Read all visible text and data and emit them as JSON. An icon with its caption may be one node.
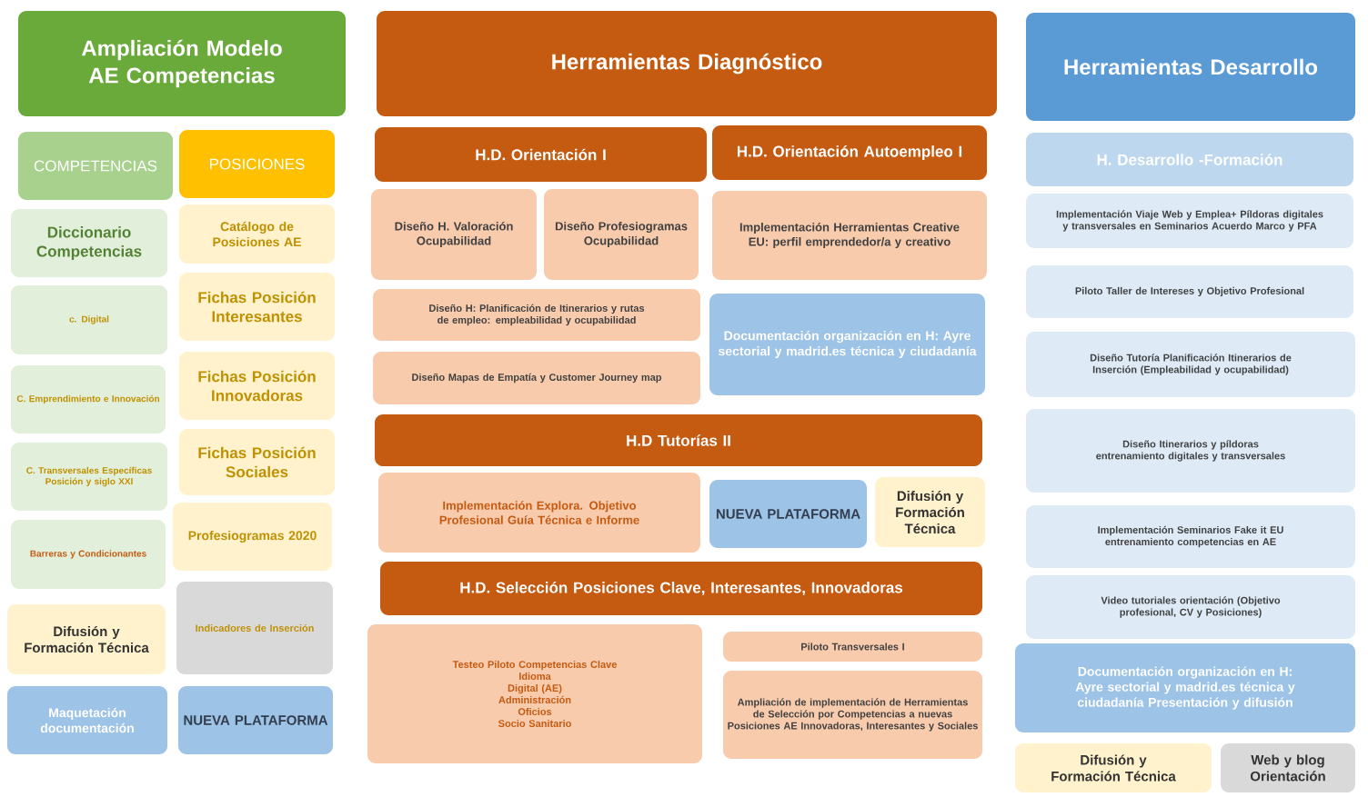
{
  "diagram": {
    "nodes": [
      {
        "text": [
          "Ampliación Modelo AE Competencias"
        ]
      },
      {
        "text": [
          "COMPETENCIAS"
        ]
      },
      {
        "text": [
          "POSICIONES"
        ]
      },
      {
        "text": [
          "Diccionario Competencias"
        ]
      },
      {
        "text": [
          "Catálogo de Posiciones AE"
        ]
      },
      {
        "text": [
          "c. Digital"
        ]
      },
      {
        "text": [
          "Fichas Posición Interesantes"
        ]
      },
      {
        "text": [
          "C. Emprendimiento e Innovación"
        ]
      },
      {
        "text": [
          "Fichas Posición Innovadoras"
        ]
      },
      {
        "text": [
          "C. Transversales Específicas Posición y siglo XXI"
        ]
      },
      {
        "text": [
          "Fichas Posición Sociales"
        ]
      },
      {
        "text": [
          "Profesiogramas 2020"
        ]
      },
      {
        "text": [
          "Barreras y Condicionantes"
        ]
      },
      {
        "text": [
          "Difusión y Formación Técnica"
        ]
      },
      {
        "text": [
          "Indicadores de Inserción"
        ]
      },
      {
        "text": [
          "Maquetación documentación"
        ]
      },
      {
        "text": [
          "NUEVA PLATAFORMA"
        ]
      },
      {
        "text": [
          "Herramientas Diagnóstico"
        ]
      },
      {
        "text": [
          "H.D. Orientación I"
        ]
      },
      {
        "text": [
          "H.D. Orientación Autoempleo I"
        ]
      },
      {
        "text": [
          "Diseño H. Valoración Ocupabilidad"
        ]
      },
      {
        "text": [
          "Diseño Profesiogramas Ocupabilidad"
        ]
      },
      {
        "text": [
          "Implementación Herramientas Creative EU: perfil emprendedor/a y creativo"
        ]
      },
      {
        "text": [
          "Diseño H: Planificación de Itinerarios y rutas de empleo: empleabilidad y ocupabilidad"
        ]
      },
      {
        "text": [
          "Documentación organización en H: Ayre sectorial y madrid.es técnica y ciudadanía"
        ]
      },
      {
        "text": [
          "Diseño Mapas de Empatía y Customer Journey map"
        ]
      },
      {
        "text": [
          "H.D Tutorías II"
        ]
      },
      {
        "text": [
          "Implementación Explora. Objetivo Profesional Guía Técnica e Informe"
        ]
      },
      {
        "text": [
          "NUEVA PLATAFORMA"
        ]
      },
      {
        "text": [
          "Difusión y Formación Técnica"
        ]
      },
      {
        "text": [
          "H.D. Selección Posiciones Clave, Interesantes, Innovadoras"
        ]
      },
      {
        "text": [
          "Testeo Piloto Competencias Clave",
          "Idioma",
          "Digital (AE)",
          "Administración",
          "Oficios",
          "Socio Sanitario"
        ]
      },
      {
        "text": [
          "Piloto Transversales I"
        ]
      },
      {
        "text": [
          "Ampliación de implementación de Herramientas de Selección por Competencias a nuevas Posiciones AE Innovadoras, Interesantes y Sociales"
        ]
      },
      {
        "text": [
          "Herramientas Desarrollo"
        ]
      },
      {
        "text": [
          "H. Desarrollo -Formación"
        ]
      },
      {
        "text": [
          "Implementación Viaje Web y Emplea+ Píldoras digitales y transversales en Seminarios Acuerdo Marco y PFA"
        ]
      },
      {
        "text": [
          "Piloto Taller de Intereses y Objetivo Profesional"
        ]
      },
      {
        "text": [
          "Diseño Tutoría Planificación Itinerarios de Inserción (Empleabilidad y ocupabilidad)"
        ]
      },
      {
        "text": [
          "Diseño Itinerarios y píldoras entrenamiento digitales y transversales"
        ]
      },
      {
        "text": [
          "Implementación Seminarios Fake it EU entrenamiento competencias en AE"
        ]
      },
      {
        "text": [
          "Video tutoriales orientación (Objetivo profesional, CV y Posiciones)"
        ]
      },
      {
        "text": [
          "Documentación organización en H: Ayre sectorial y madrid.es técnica y ciudadanía Presentación y difusión"
        ]
      },
      {
        "text": [
          "Difusión y Formación Técnica"
        ]
      },
      {
        "text": [
          "Web y blog Orientación"
        ]
      }
    ]
  }
}
